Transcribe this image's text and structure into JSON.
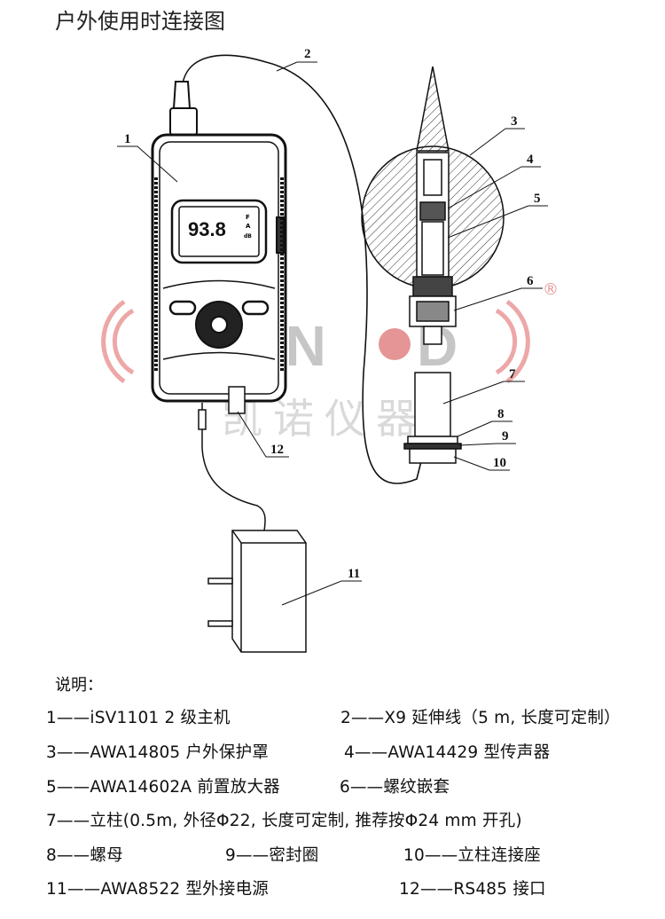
{
  "title": "户外使用时连接图",
  "device_display": {
    "reading": "93.8",
    "weighting_top": "F",
    "weighting_mid": "A",
    "unit": "dB"
  },
  "watermark": {
    "brand": "KEYNOD",
    "cn": "凯诺仪器",
    "registered": "®"
  },
  "callouts": [
    "1",
    "2",
    "3",
    "4",
    "5",
    "6",
    "7",
    "8",
    "9",
    "10",
    "11",
    "12"
  ],
  "legend": {
    "heading": "说明：",
    "items": [
      "1——iSV1101 2 级主机",
      "2——X9 延伸线（5 m, 长度可定制）",
      "3——AWA14805 户外保护罩",
      "4——AWA14429 型传声器",
      "5——AWA14602A 前置放大器",
      "6——螺纹嵌套",
      "7——立柱(0.5m, 外径Φ22, 长度可定制, 推荐按Φ24 mm 开孔)",
      "8——螺母",
      "9——密封圈",
      "10——立柱连接座",
      "11——AWA8522 型外接电源",
      "12——RS485 接口"
    ]
  }
}
